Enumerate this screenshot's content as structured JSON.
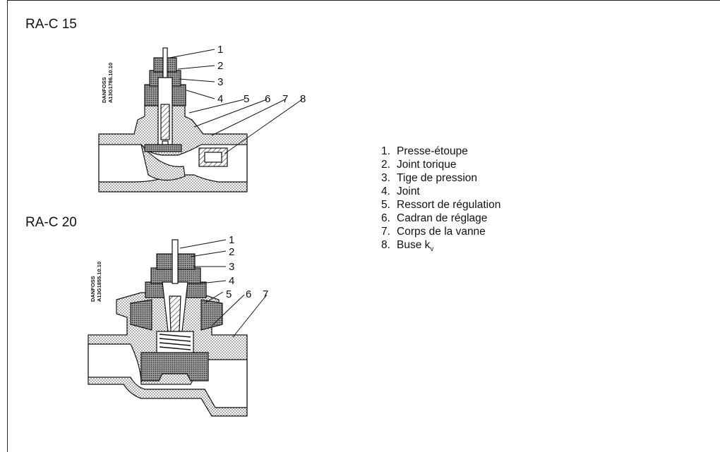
{
  "diagrams": [
    {
      "title": "RA-C 15",
      "code_lines": [
        "DANFOSS",
        "A13G1786.10.10"
      ],
      "callouts": [
        "1",
        "2",
        "3",
        "4",
        "5",
        "6",
        "7",
        "8"
      ]
    },
    {
      "title": "RA-C 20",
      "code_lines": [
        "DANFOSS",
        "A13G1855.10.10"
      ],
      "callouts": [
        "1",
        "2",
        "3",
        "4",
        "5",
        "6",
        "7"
      ]
    }
  ],
  "legend": [
    {
      "num": "1.",
      "text": "Presse-étoupe"
    },
    {
      "num": "2.",
      "text": "Joint torique"
    },
    {
      "num": "3.",
      "text": "Tige de pression"
    },
    {
      "num": "4.",
      "text": "Joint"
    },
    {
      "num": "5.",
      "text": "Ressort de régulation"
    },
    {
      "num": "6.",
      "text": "Cadran de réglage"
    },
    {
      "num": "7.",
      "text": "Corps de la vanne"
    },
    {
      "num": "8.",
      "text": "Buse k",
      "sub": "v"
    }
  ]
}
